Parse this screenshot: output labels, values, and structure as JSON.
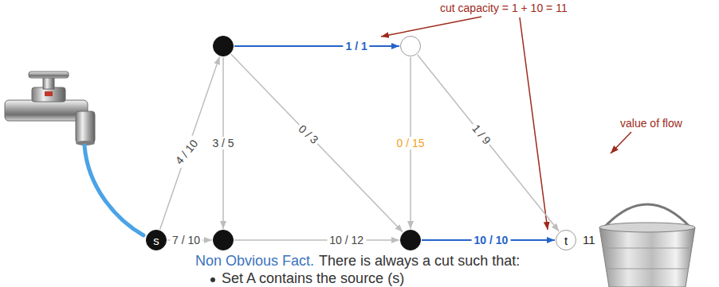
{
  "diagram": {
    "nodes": [
      {
        "text": []
      },
      {
        "text": []
      },
      {
        "text": [
          "s"
        ]
      },
      {
        "text": []
      },
      {
        "text": []
      },
      {
        "text": [
          "t"
        ]
      }
    ],
    "edges": [
      {
        "from": 2,
        "to": 0,
        "arrow": "to",
        "label": "4 / 10"
      },
      {
        "from": 2,
        "to": 3,
        "arrow": "to",
        "label": "7 / 10"
      },
      {
        "from": 0,
        "to": 3,
        "arrow": "to",
        "label": "3 / 5"
      },
      {
        "from": 0,
        "to": 4,
        "arrow": "to",
        "label": "0 / 3"
      },
      {
        "from": 0,
        "to": 1,
        "arrow": "to",
        "label": "1 / 1"
      },
      {
        "from": 3,
        "to": 4,
        "arrow": "to",
        "label": "10 / 12"
      },
      {
        "from": 1,
        "to": 4,
        "arrow": "to",
        "label": "0 / 15"
      },
      {
        "from": 1,
        "to": 5,
        "arrow": "to",
        "label": "1 / 9"
      },
      {
        "from": 4,
        "to": 5,
        "arrow": "to",
        "label": "10 / 10"
      }
    ],
    "labels": [
      "cut capacity = 1 + 10 = 11",
      "value of flow",
      "11",
      "Non Obvious Fact.",
      "There is always a cut such that:",
      "Set A contains the source (s)"
    ]
  }
}
